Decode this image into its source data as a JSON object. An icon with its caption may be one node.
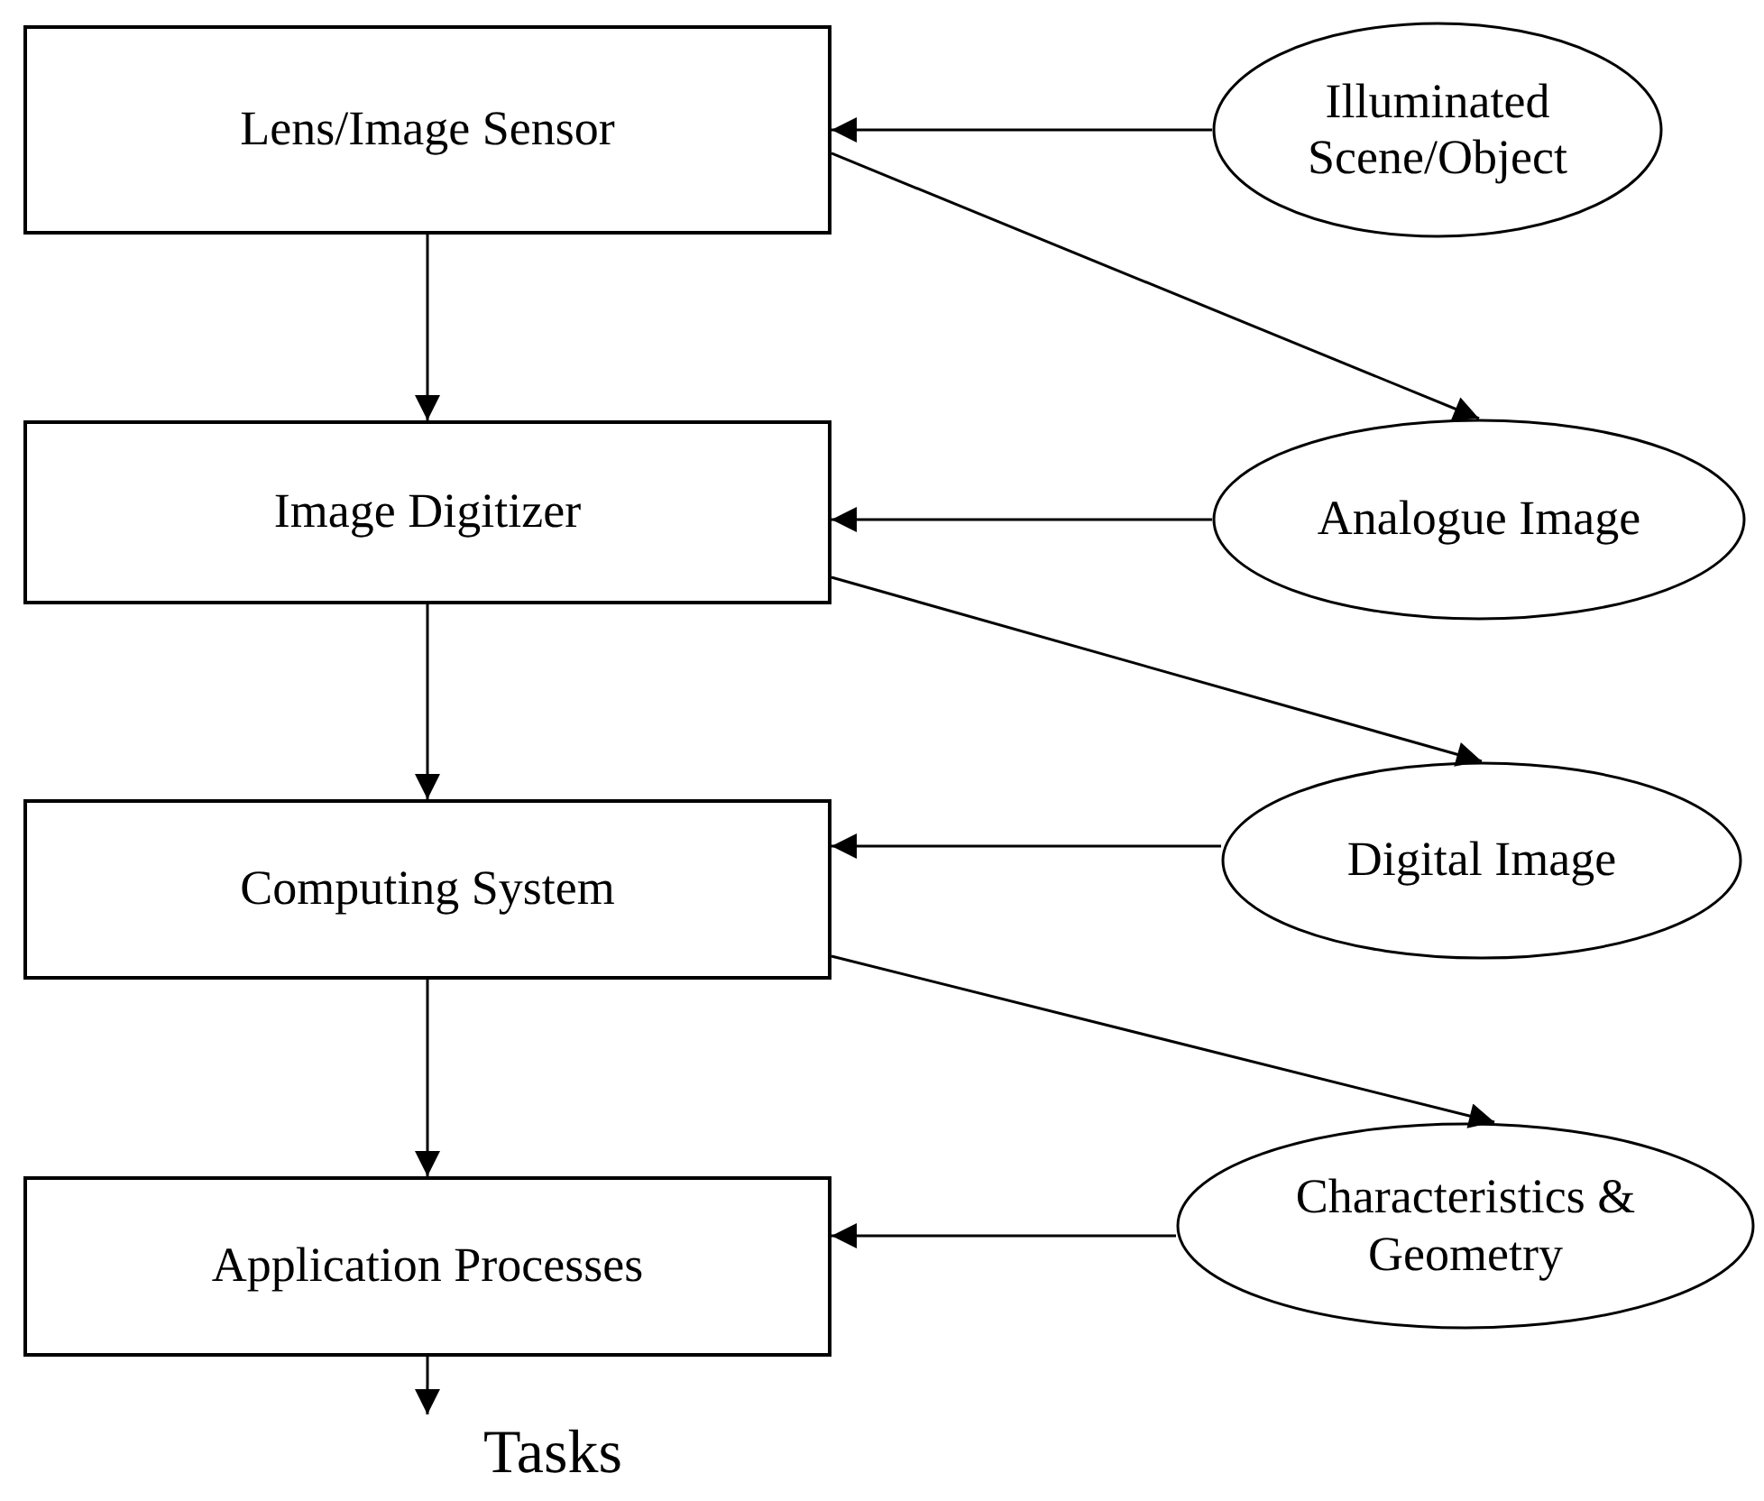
{
  "diagram": {
    "nodes": [
      {
        "text": [
          "Lens/Image Sensor"
        ]
      },
      {
        "text": [
          "Illuminated Scene/Object"
        ]
      },
      {
        "text": [
          "Image Digitizer"
        ]
      },
      {
        "text": [
          "Analogue Image"
        ]
      },
      {
        "text": [
          "Computing System"
        ]
      },
      {
        "text": [
          "Digital Image"
        ]
      },
      {
        "text": [
          "Application Processes"
        ]
      },
      {
        "text": [
          "Characteristics & Geometry"
        ]
      },
      {
        "text": [
          "Tasks"
        ]
      }
    ],
    "edges": [
      {
        "from": 1,
        "to": 0,
        "arrow": "to"
      },
      {
        "from": 0,
        "to": 3,
        "arrow": "to"
      },
      {
        "from": 0,
        "to": 2,
        "arrow": "to"
      },
      {
        "from": 3,
        "to": 2,
        "arrow": "to"
      },
      {
        "from": 2,
        "to": 5,
        "arrow": "to"
      },
      {
        "from": 2,
        "to": 4,
        "arrow": "to"
      },
      {
        "from": 5,
        "to": 4,
        "arrow": "to"
      },
      {
        "from": 4,
        "to": 7,
        "arrow": "to"
      },
      {
        "from": 4,
        "to": 6,
        "arrow": "to"
      },
      {
        "from": 7,
        "to": 6,
        "arrow": "to"
      },
      {
        "from": 6,
        "to": 8,
        "arrow": "to"
      }
    ]
  }
}
